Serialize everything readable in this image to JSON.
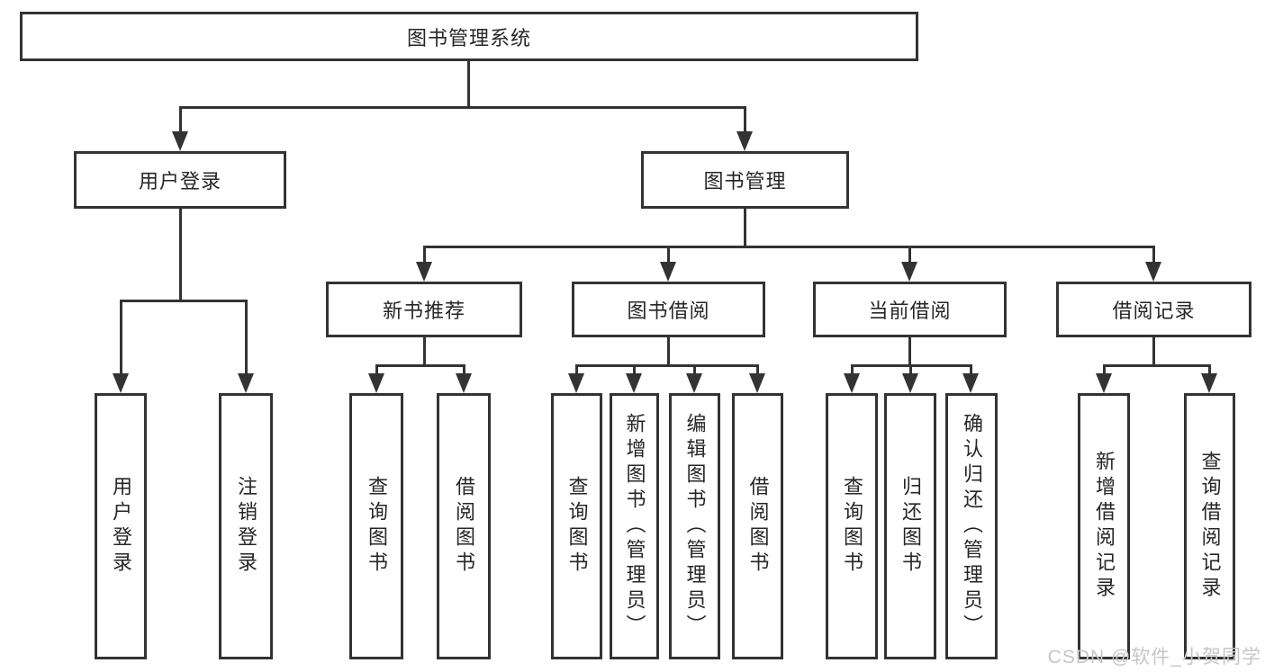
{
  "colors": {
    "background": "#ffffff",
    "line": "#333333",
    "box_border": "#333333",
    "text": "#262626",
    "watermark": "#c6c6c6"
  },
  "nodes": {
    "root": "图书管理系统",
    "login_branch": "用户登录",
    "book_mgmt": "图书管理",
    "new_book_rec": "新书推荐",
    "book_borrow": "图书借阅",
    "current_borrow": "当前借阅",
    "borrow_record": "借阅记录",
    "user_login": "用户登录",
    "logout": "注销登录",
    "nbr_query": "查询图书",
    "nbr_borrow": "借阅图书",
    "bb_query": "查询图书",
    "bb_add": "新增图书（管理员）",
    "bb_edit": "编辑图书（管理员）",
    "bb_borrow": "借阅图书",
    "cb_query": "查询图书",
    "cb_return": "归还图书",
    "cb_confirm": "确认归还（管理员）",
    "br_add": "新增借阅记录",
    "br_query": "查询借阅记录"
  },
  "hierarchy": {
    "图书管理系统": [
      "用户登录",
      "图书管理"
    ],
    "用户登录": [
      "用户登录",
      "注销登录"
    ],
    "图书管理": [
      "新书推荐",
      "图书借阅",
      "当前借阅",
      "借阅记录"
    ],
    "新书推荐": [
      "查询图书",
      "借阅图书"
    ],
    "图书借阅": [
      "查询图书",
      "新增图书（管理员）",
      "编辑图书（管理员）",
      "借阅图书"
    ],
    "当前借阅": [
      "查询图书",
      "归还图书",
      "确认归还（管理员）"
    ],
    "借阅记录": [
      "新增借阅记录",
      "查询借阅记录"
    ]
  },
  "watermark": {
    "text": "CSDN @软件_小贺同学"
  }
}
